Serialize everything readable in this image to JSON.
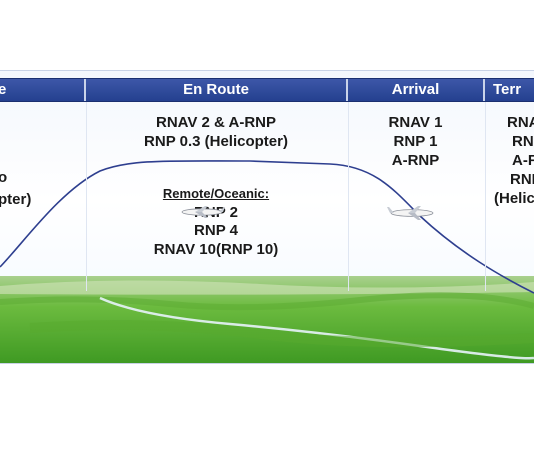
{
  "header": {
    "departure_label": "e",
    "en_route_label": "En Route",
    "arrival_label": "Arrival",
    "terminal_label": "Terr"
  },
  "departure": {
    "line1": "o",
    "line2": "pter)"
  },
  "en_route": {
    "line1": "RNAV 2 & A-RNP",
    "line2": "RNP 0.3 (Helicopter)",
    "remote_heading": "Remote/Oceanic:",
    "remote_items": [
      "RNP 2",
      "RNP 4",
      "RNAV 10(RNP 10)"
    ]
  },
  "arrival": {
    "items": [
      "RNAV 1",
      "RNP 1",
      "A-RNP"
    ]
  },
  "terminal": {
    "items": [
      "RNA",
      "RN",
      "A-F",
      "RNI",
      "(Helic"
    ]
  },
  "colors": {
    "header_blue": "#2b4597",
    "path_blue": "#2e3f8f",
    "grass_green": "#4caa2a"
  },
  "icons": [
    "airplane-icon"
  ]
}
